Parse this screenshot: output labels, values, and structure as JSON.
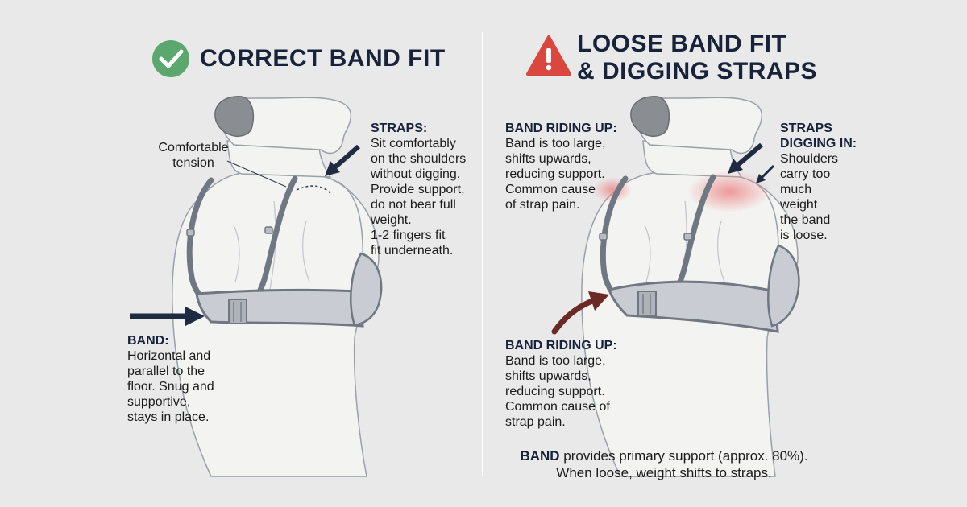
{
  "colors": {
    "background": "#e9e9e9",
    "ink": "#17233a",
    "check_green": "#5aa86e",
    "warn_red": "#d9473f",
    "strap_gray": "#6f7782",
    "band_fill": "#c9cdd3",
    "irritation_red": "#ec8f8f",
    "curved_arrow": "#6b2a26"
  },
  "left_panel": {
    "title": "CORRECT BAND FIT",
    "badge_icon": "check-circle-icon",
    "tension_label": "Comfortable\ntension",
    "straps": {
      "heading": "STRAPS:",
      "body": "Sit comfortably\non the shoulders\nwithout digging.\nProvide support,\ndo not bear full\nweight.\n1-2 fingers fit\nfit underneath."
    },
    "band": {
      "heading": "BAND:",
      "body": "Horizontal and\nparallel to the\nfloor. Snug and\nsupportive,\nstays in place."
    }
  },
  "right_panel": {
    "title_line1": "LOOSE BAND FIT",
    "title_line2": "& DIGGING STRAPS",
    "badge_icon": "warning-triangle-icon",
    "band_riding_up_top": {
      "heading": "BAND RIDING UP:",
      "body": "Band is too large,\nshifts upwards,\nreducing support.\nCommon cause\nof strap pain."
    },
    "straps_digging": {
      "heading": "STRAPS\nDIGGING IN:",
      "body": "Shoulders\ncarry too\nmuch\nweight\nthe band\nis loose."
    },
    "band_riding_up_bottom": {
      "heading": "BAND RIDING UP:",
      "body": "Band is too large,\nshifts upwards,\nreducing support.\nCommon cause of\nstrap pain."
    },
    "footer_bold": "BAND",
    "footer_rest": " provides primary support (approx. 80%).",
    "footer_line2": "When loose, weight shifts to straps."
  }
}
